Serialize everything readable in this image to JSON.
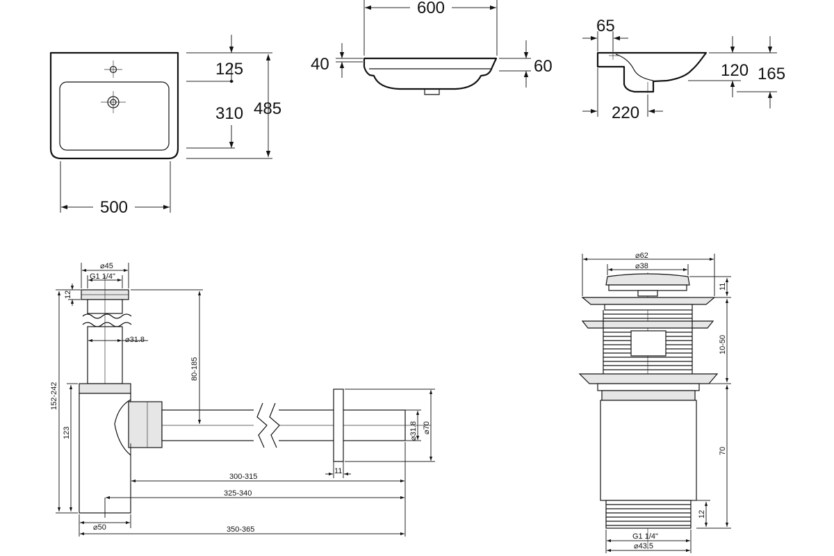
{
  "basin_front": {
    "width": "500",
    "tap_to_bowl": "125",
    "bowl_depth": "310",
    "total_depth": "485"
  },
  "basin_profile": {
    "width": "600",
    "rim": "40",
    "height": "60"
  },
  "basin_side": {
    "rim_offset": "65",
    "drain_offset": "220",
    "bowl_height": "120",
    "total_height": "165"
  },
  "siphon": {
    "top_diameter": "⌀45",
    "thread": "G1 1/4\"",
    "nut_height": "12",
    "tube_diameter": "⌀31.8",
    "adjust_height": "80-185",
    "total_height": "152-242",
    "body_height": "123",
    "wall_pipe_diameter": "⌀31.8",
    "flange_diameter": "⌀70",
    "flange_thickness": "11",
    "length_1": "300-315",
    "length_2": "325-340",
    "length_3": "350-365",
    "body_diameter": "⌀50"
  },
  "drain_valve": {
    "cap_diameter": "⌀62",
    "cap_top_diameter": "⌀38",
    "cap_height": "11",
    "clamp_range": "10-50",
    "body_length": "70",
    "thread_length": "12",
    "thread": "G1 1/4\"",
    "thread_diameter": "⌀43.5"
  }
}
